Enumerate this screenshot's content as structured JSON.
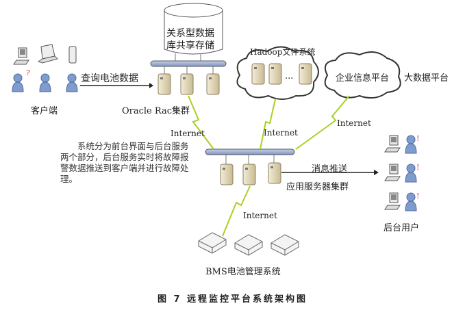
{
  "db_label": [
    "关系型数据",
    "库共享存储"
  ],
  "query_label": "查询电池数据",
  "client_label": "客户端",
  "oracle_label": "Oracle Rac集群",
  "hadoop_label": "Hadoop文件系统",
  "hadoop_ellipsis": "...",
  "enterprise_label": "企业信息平台",
  "bigdata_label": "大数据平台",
  "internet_label": "Internet",
  "question_mark": "?",
  "alert_mark": "!",
  "description": "系统分为前台界面与后台服务两个部分，后台服务实时将故障报警数据推送到客户端并进行故障处理。",
  "push_label": "消息推送",
  "app_server_label": "应用服务器集群",
  "bms_label": "BMS电池管理系统",
  "backend_user_label": "后台用户",
  "caption": "图 7  远程监控平台系统架构图"
}
